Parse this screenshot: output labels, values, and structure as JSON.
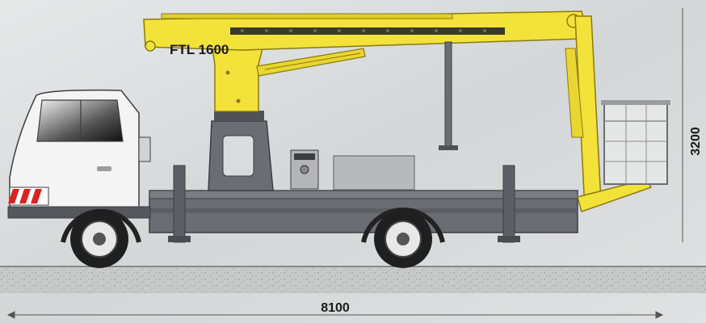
{
  "model_label": "FTL 1600",
  "dimensions": {
    "height": "3200",
    "length": "8100"
  },
  "colors": {
    "background": "#d9dcdd",
    "boom_yellow": "#f3e23a",
    "boom_outline": "#8a7a10",
    "chassis_gray": "#6b6d74",
    "chassis_dark": "#3c3d42",
    "cab_white": "#f4f4f4",
    "ground": "#c9cbcb"
  }
}
